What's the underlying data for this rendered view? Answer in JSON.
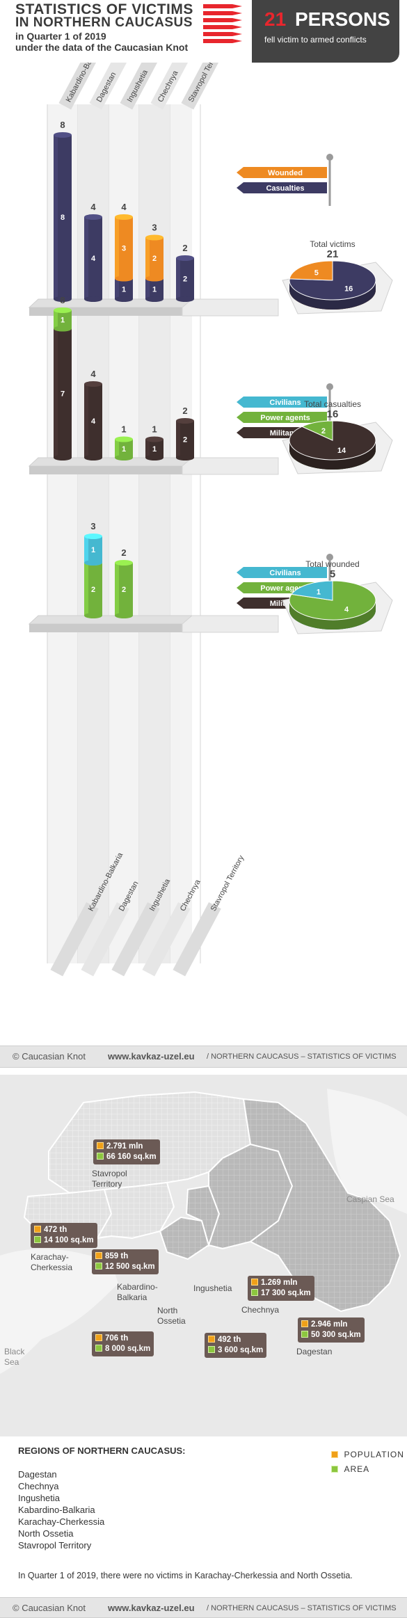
{
  "header": {
    "title_line1": "STATISTICS OF VICTIMS",
    "title_line2": "IN NORTHERN CAUCASUS",
    "title_line3": "in Quarter 1 of 2019",
    "title_line4": "under the data of the Caucasian Knot",
    "headline_number": "21",
    "headline_word": "PERSONS",
    "headline_sub": "fell victim to armed conflicts"
  },
  "colors": {
    "casualties": "#3d3b63",
    "wounded": "#ee8a22",
    "militants": "#3e2f2d",
    "power_agents": "#72b23c",
    "civilians": "#45b8d0",
    "accent_red": "#e8262d"
  },
  "regions_axis": [
    "Kabardino-Balkaria",
    "Dagestan",
    "Ingushetia",
    "Chechnya",
    "Stavropol Territory"
  ],
  "chart_data": [
    {
      "type": "bar",
      "stacked": true,
      "categories": [
        "Kabardino-Balkaria",
        "Dagestan",
        "Ingushetia",
        "Chechnya",
        "Stavropol Territory"
      ],
      "series": [
        {
          "name": "Casualties",
          "values": [
            8,
            4,
            1,
            1,
            2
          ]
        },
        {
          "name": "Wounded",
          "values": [
            0,
            0,
            3,
            2,
            0
          ]
        }
      ],
      "totals": [
        8,
        4,
        4,
        3,
        2
      ],
      "legend": [
        "Wounded",
        "Casualties"
      ],
      "pie": {
        "title": "Total victims",
        "total": 21,
        "slices": [
          {
            "name": "Casualties",
            "value": 16
          },
          {
            "name": "Wounded",
            "value": 5
          }
        ]
      }
    },
    {
      "type": "bar",
      "stacked": true,
      "categories": [
        "Kabardino-Balkaria",
        "Dagestan",
        "Ingushetia",
        "Chechnya",
        "Stavropol Territory"
      ],
      "series": [
        {
          "name": "Militants",
          "values": [
            7,
            4,
            0,
            1,
            2
          ]
        },
        {
          "name": "Power agents",
          "values": [
            1,
            0,
            1,
            0,
            0
          ]
        },
        {
          "name": "Civilians",
          "values": [
            0,
            0,
            0,
            0,
            0
          ]
        }
      ],
      "totals": [
        8,
        4,
        1,
        1,
        2
      ],
      "legend": [
        "Civilians",
        "Power agents",
        "Militants"
      ],
      "pie": {
        "title": "Total casualties",
        "total": 16,
        "slices": [
          {
            "name": "Militants",
            "value": 14
          },
          {
            "name": "Power agents",
            "value": 2
          }
        ]
      }
    },
    {
      "type": "bar",
      "stacked": true,
      "categories": [
        "Kabardino-Balkaria",
        "Dagestan",
        "Ingushetia",
        "Chechnya",
        "Stavropol Territory"
      ],
      "series": [
        {
          "name": "Power agents",
          "values": [
            0,
            2,
            2,
            0,
            0
          ]
        },
        {
          "name": "Civilians",
          "values": [
            0,
            1,
            0,
            0,
            0
          ]
        },
        {
          "name": "Militants",
          "values": [
            0,
            0,
            0,
            0,
            0
          ]
        }
      ],
      "totals": [
        0,
        3,
        2,
        0,
        0
      ],
      "legend": [
        "Civilians",
        "Power agents",
        "Militants"
      ],
      "pie": {
        "title": "Total wounded",
        "total": 5,
        "slices": [
          {
            "name": "Power agents",
            "value": 4
          },
          {
            "name": "Civilians",
            "value": 1
          }
        ]
      }
    }
  ],
  "footer": {
    "copyright": "© Caucasian Knot",
    "site": "www.kavkaz-uzel.eu",
    "section": "/  NORTHERN CAUCASUS – STATISTICS OF VICTIMS"
  },
  "map": {
    "seas": {
      "caspian": "Caspian Sea",
      "black_line1": "Black",
      "black_line2": "Sea"
    },
    "labels": {
      "stavropol_1": "Stavropol",
      "stavropol_2": "Territory",
      "kc_1": "Karachay-",
      "kc_2": "Cherkessia",
      "kb_1": "Kabardino-",
      "kb_2": "Balkaria",
      "ingushetia": "Ingushetia",
      "chechnya": "Chechnya",
      "no_1": "North",
      "no_2": "Ossetia",
      "dagestan": "Dagestan"
    },
    "stats": {
      "stavropol_pop": "2.791 mln",
      "stavropol_area": "66 160 sq.km",
      "kc_pop": "472 th",
      "kc_area": "14 100 sq.km",
      "kb_pop": "859 th",
      "kb_area": "12 500 sq.km",
      "chechnya_pop": "1.269 mln",
      "chechnya_area": "17 300 sq.km",
      "dagestan_pop": "2.946 mln",
      "dagestan_area": "50 300 sq.km",
      "no_pop": "706 th",
      "no_area": "8 000 sq.km",
      "ing_pop": "492 th",
      "ing_area": "3 600 sq.km"
    },
    "legend_population": "POPULATION",
    "legend_area": "AREA"
  },
  "regions_list": {
    "title": "REGIONS OF NORTHERN CAUCASUS:",
    "items": [
      "Dagestan",
      "Chechnya",
      "Ingushetia",
      "Kabardino-Balkaria",
      "Karachay-Cherkessia",
      "North Ossetia",
      "Stavropol Territory"
    ]
  },
  "note": "In Quarter 1 of 2019, there were no victims in Karachay-Cherkessia and North Ossetia."
}
